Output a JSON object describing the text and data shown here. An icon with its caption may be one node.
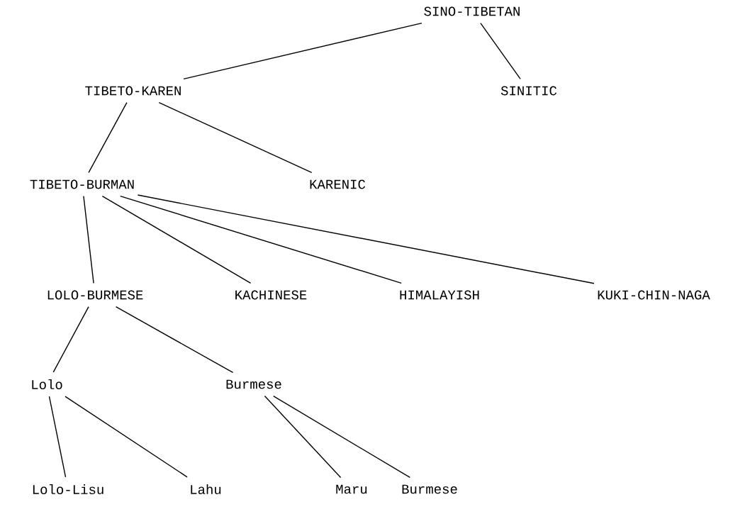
{
  "diagram": {
    "nodes": [
      {
        "text": [
          "SINO-TIBETAN"
        ]
      },
      {
        "text": [
          "TIBETO-KAREN"
        ]
      },
      {
        "text": [
          "SINITIC"
        ]
      },
      {
        "text": [
          "TIBETO-BURMAN"
        ]
      },
      {
        "text": [
          "KARENIC"
        ]
      },
      {
        "text": [
          "LOLO-BURMESE"
        ]
      },
      {
        "text": [
          "KACHINESE"
        ]
      },
      {
        "text": [
          "HIMALAYISH"
        ]
      },
      {
        "text": [
          "KUKI-CHIN-NAGA"
        ]
      },
      {
        "text": [
          "Lolo"
        ]
      },
      {
        "text": [
          "Burmese"
        ]
      },
      {
        "text": [
          "Lolo-Lisu"
        ]
      },
      {
        "text": [
          "Lahu"
        ]
      },
      {
        "text": [
          "Maru"
        ]
      },
      {
        "text": [
          "Burmese"
        ]
      }
    ],
    "edges": [
      {
        "from": 0,
        "to": 1,
        "arrow": "none"
      },
      {
        "from": 0,
        "to": 2,
        "arrow": "none"
      },
      {
        "from": 1,
        "to": 3,
        "arrow": "none"
      },
      {
        "from": 1,
        "to": 4,
        "arrow": "none"
      },
      {
        "from": 3,
        "to": 5,
        "arrow": "none"
      },
      {
        "from": 3,
        "to": 6,
        "arrow": "none"
      },
      {
        "from": 3,
        "to": 7,
        "arrow": "none"
      },
      {
        "from": 3,
        "to": 8,
        "arrow": "none"
      },
      {
        "from": 5,
        "to": 9,
        "arrow": "none"
      },
      {
        "from": 5,
        "to": 10,
        "arrow": "none"
      },
      {
        "from": 9,
        "to": 11,
        "arrow": "none"
      },
      {
        "from": 9,
        "to": 12,
        "arrow": "none"
      },
      {
        "from": 10,
        "to": 13,
        "arrow": "none"
      },
      {
        "from": 10,
        "to": 14,
        "arrow": "none"
      }
    ]
  }
}
